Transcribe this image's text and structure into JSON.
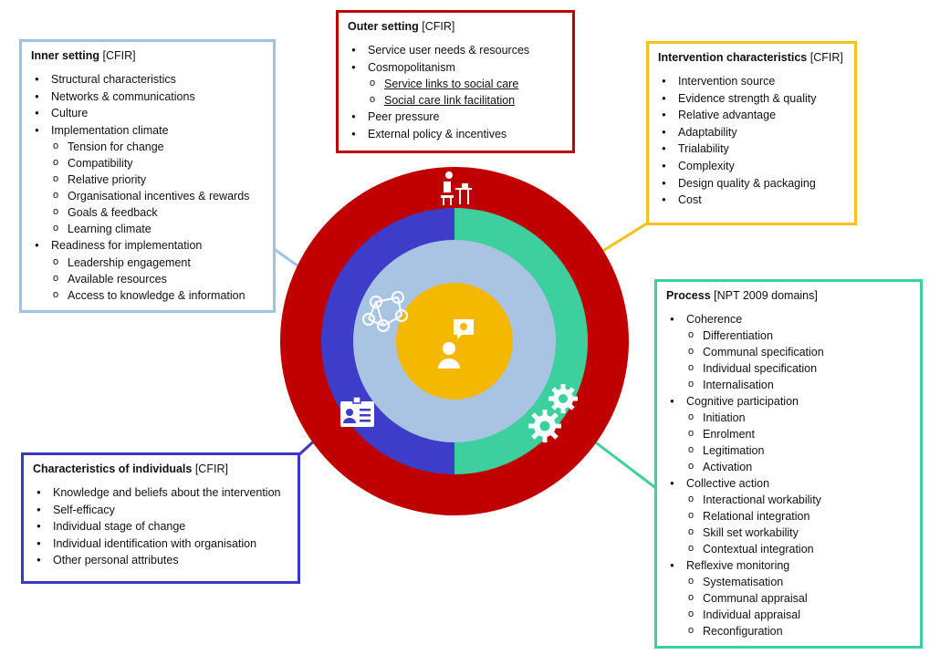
{
  "colors": {
    "outer_ring": "#c00000",
    "left_half": "#3d3dc9",
    "right_half": "#3ecf9e",
    "inner_ring": "#a9c3e3",
    "core": "#f5b800",
    "inner_box_border": "#9dc3e6",
    "intervention_box_border": "#f5c21b",
    "process_box_border": "#3ecf9e",
    "individuals_box_border": "#3939c8"
  },
  "icons": {
    "outer": "person-at-desk-icon",
    "inner": "network-people-icon",
    "core": "idea-person-icon",
    "individuals": "id-badge-icon",
    "process": "gears-icon"
  },
  "inner_setting": {
    "title": "Inner setting",
    "tag": " [CFIR]",
    "items": [
      {
        "text": "Structural characteristics",
        "level": 1
      },
      {
        "text": "Networks & communications",
        "level": 1
      },
      {
        "text": "Culture",
        "level": 1
      },
      {
        "text": "Implementation climate",
        "level": 1
      },
      {
        "text": "Tension for change",
        "level": 2
      },
      {
        "text": "Compatibility",
        "level": 2
      },
      {
        "text": "Relative priority",
        "level": 2
      },
      {
        "text": "Organisational incentives & rewards",
        "level": 2
      },
      {
        "text": "Goals & feedback",
        "level": 2
      },
      {
        "text": "Learning climate",
        "level": 2
      },
      {
        "text": "Readiness for implementation",
        "level": 1
      },
      {
        "text": "Leadership engagement",
        "level": 2
      },
      {
        "text": "Available resources",
        "level": 2
      },
      {
        "text": "Access to knowledge & information",
        "level": 2
      }
    ]
  },
  "outer_setting": {
    "title": "Outer setting",
    "tag": " [CFIR]",
    "items": [
      {
        "text": "Service user needs & resources",
        "level": 1
      },
      {
        "text": "Cosmopolitanism",
        "level": 1
      },
      {
        "text": "Service links to social care",
        "level": 2,
        "underline": true
      },
      {
        "text": "Social care link facilitation",
        "level": 2,
        "underline": true
      },
      {
        "text": "Peer pressure",
        "level": 1
      },
      {
        "text": "External policy & incentives",
        "level": 1
      }
    ]
  },
  "intervention": {
    "title": "Intervention characteristics",
    "tag": " [CFIR]",
    "items": [
      {
        "text": "Intervention source",
        "level": 1
      },
      {
        "text": "Evidence strength & quality",
        "level": 1
      },
      {
        "text": "Relative advantage",
        "level": 1
      },
      {
        "text": "Adaptability",
        "level": 1
      },
      {
        "text": "Trialability",
        "level": 1
      },
      {
        "text": "Complexity",
        "level": 1
      },
      {
        "text": "Design quality & packaging",
        "level": 1
      },
      {
        "text": "Cost",
        "level": 1
      }
    ]
  },
  "process": {
    "title": "Process",
    "tag": " [NPT 2009 domains]",
    "items": [
      {
        "text": "Coherence",
        "level": 1
      },
      {
        "text": "Differentiation",
        "level": 2
      },
      {
        "text": "Communal specification",
        "level": 2
      },
      {
        "text": "Individual specification",
        "level": 2
      },
      {
        "text": "Internalisation",
        "level": 2
      },
      {
        "text": "Cognitive participation",
        "level": 1
      },
      {
        "text": "Initiation",
        "level": 2
      },
      {
        "text": "Enrolment",
        "level": 2
      },
      {
        "text": "Legitimation",
        "level": 2
      },
      {
        "text": "Activation",
        "level": 2
      },
      {
        "text": "Collective action",
        "level": 1
      },
      {
        "text": "Interactional workability",
        "level": 2
      },
      {
        "text": "Relational integration",
        "level": 2
      },
      {
        "text": "Skill set workability",
        "level": 2
      },
      {
        "text": "Contextual integration",
        "level": 2
      },
      {
        "text": "Reflexive monitoring",
        "level": 1
      },
      {
        "text": "Systematisation",
        "level": 2
      },
      {
        "text": "Communal appraisal",
        "level": 2
      },
      {
        "text": "Individual appraisal",
        "level": 2
      },
      {
        "text": "Reconfiguration",
        "level": 2
      }
    ]
  },
  "individuals": {
    "title": "Characteristics of individuals",
    "tag": " [CFIR]",
    "items": [
      {
        "text": "Knowledge and beliefs about the intervention",
        "level": 1
      },
      {
        "text": "Self-efficacy",
        "level": 1
      },
      {
        "text": "Individual stage of change",
        "level": 1
      },
      {
        "text": "Individual identification with organisation",
        "level": 1
      },
      {
        "text": "Other personal attributes",
        "level": 1
      }
    ]
  }
}
